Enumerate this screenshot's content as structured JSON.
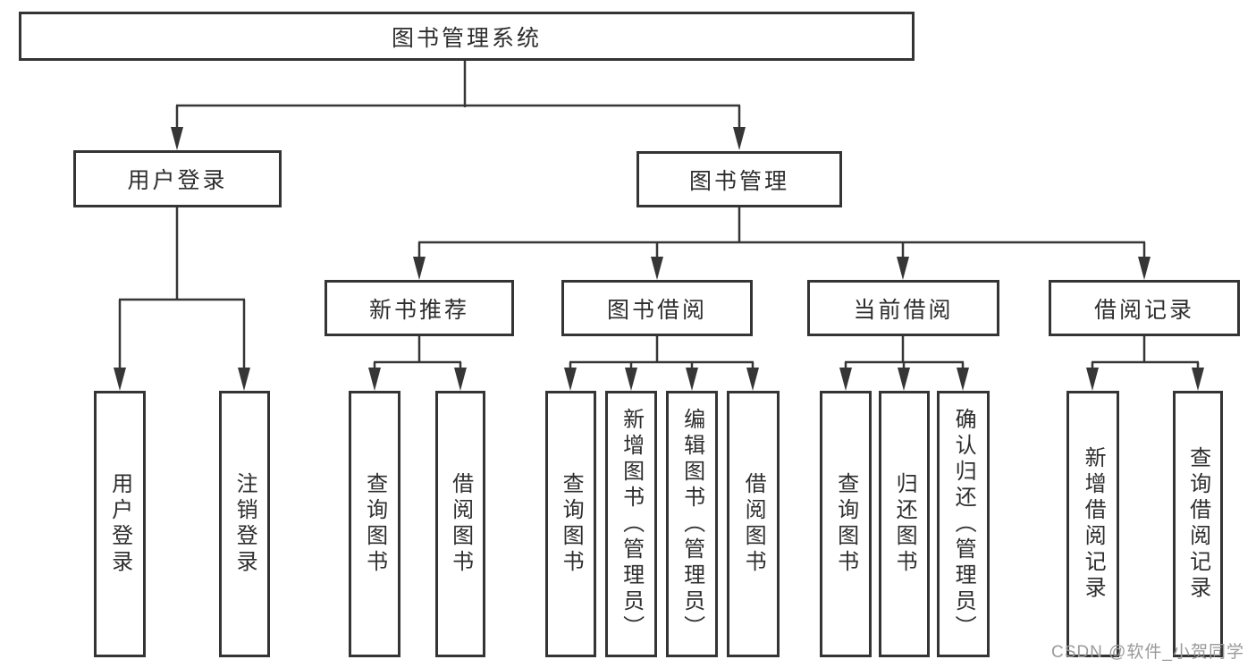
{
  "diagram": {
    "root": {
      "label": "图书管理系统"
    },
    "branches": [
      {
        "label": "用户登录",
        "children": [
          {
            "label": "用户登录"
          },
          {
            "label": "注销登录"
          }
        ]
      },
      {
        "label": "图书管理",
        "children": [
          {
            "label": "新书推荐",
            "children": [
              {
                "label": "查询图书"
              },
              {
                "label": "借阅图书"
              }
            ]
          },
          {
            "label": "图书借阅",
            "children": [
              {
                "label": "查询图书"
              },
              {
                "label": "新增图书（管理员）"
              },
              {
                "label": "编辑图书（管理员）"
              },
              {
                "label": "借阅图书"
              }
            ]
          },
          {
            "label": "当前借阅",
            "children": [
              {
                "label": "查询图书"
              },
              {
                "label": "归还图书"
              },
              {
                "label": "确认归还（管理员）"
              }
            ]
          },
          {
            "label": "借阅记录",
            "children": [
              {
                "label": "新增借阅记录"
              },
              {
                "label": "查询借阅记录"
              }
            ]
          }
        ]
      }
    ]
  },
  "watermark": {
    "text": "CSDN @软件_小贺同学",
    "color": "#9a9a9a"
  },
  "colors": {
    "background": "#ffffff",
    "line": "#363636",
    "box_border": "#343434",
    "text": "#2e2e2e"
  }
}
